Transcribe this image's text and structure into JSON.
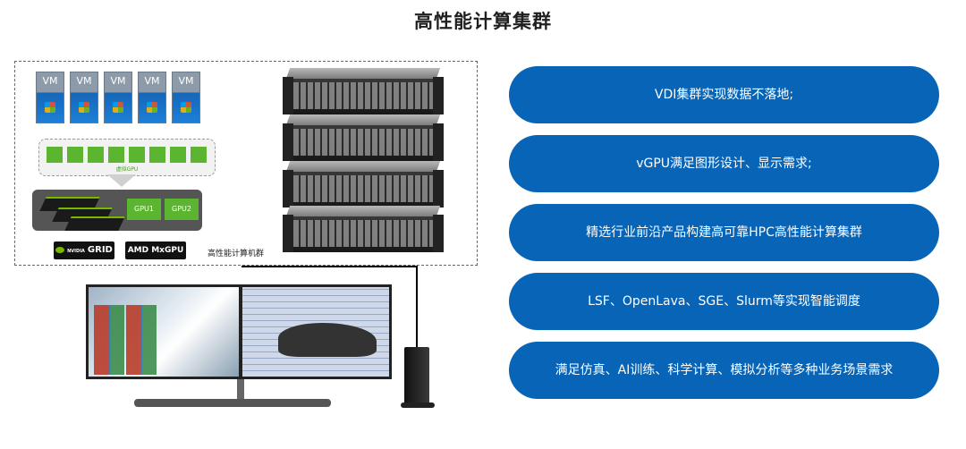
{
  "title": "高性能计算集群",
  "vm_label": "VM",
  "vgpu_label": "虚拟GPU",
  "gpu_chips": [
    "GPU1",
    "GPU2"
  ],
  "logos": {
    "nvidia_grid": "GRID",
    "nvidia_small": "NVIDIA",
    "amd": "AMD MxGPU"
  },
  "hpc_machine_label": "高性能计算机群",
  "features": [
    "VDI集群实现数据不落地;",
    "vGPU满足图形设计、显示需求;",
    "精选行业前沿产品构建高可靠HPC高性能计算集群",
    "LSF、OpenLava、SGE、Slurm等实现智能调度",
    "满足仿真、AI训练、科学计算、模拟分析等多种业务场景需求"
  ],
  "colors": {
    "pill": "#0764b6",
    "gpu_green": "#5cb531"
  }
}
